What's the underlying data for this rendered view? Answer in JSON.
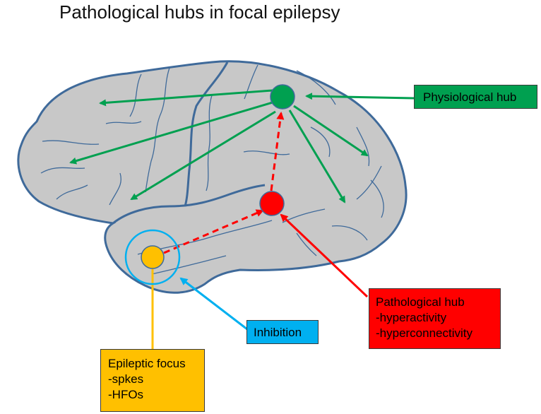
{
  "title": "Pathological hubs in focal epilepsy",
  "colors": {
    "brain_fill": "#c8c8c8",
    "brain_outline": "#3f6a9a",
    "physiological": "#00a050",
    "pathological": "#ff0000",
    "inhibition": "#00b0f0",
    "focus": "#ffc000"
  },
  "labels": {
    "physiological_hub": "Physiological hub",
    "pathological_hub": [
      "Pathological hub",
      "-hyperactivity",
      "-hyperconnectivity"
    ],
    "inhibition": "Inhibition",
    "epileptic_focus": [
      "Epileptic focus",
      "-spkes",
      "-HFOs"
    ]
  }
}
